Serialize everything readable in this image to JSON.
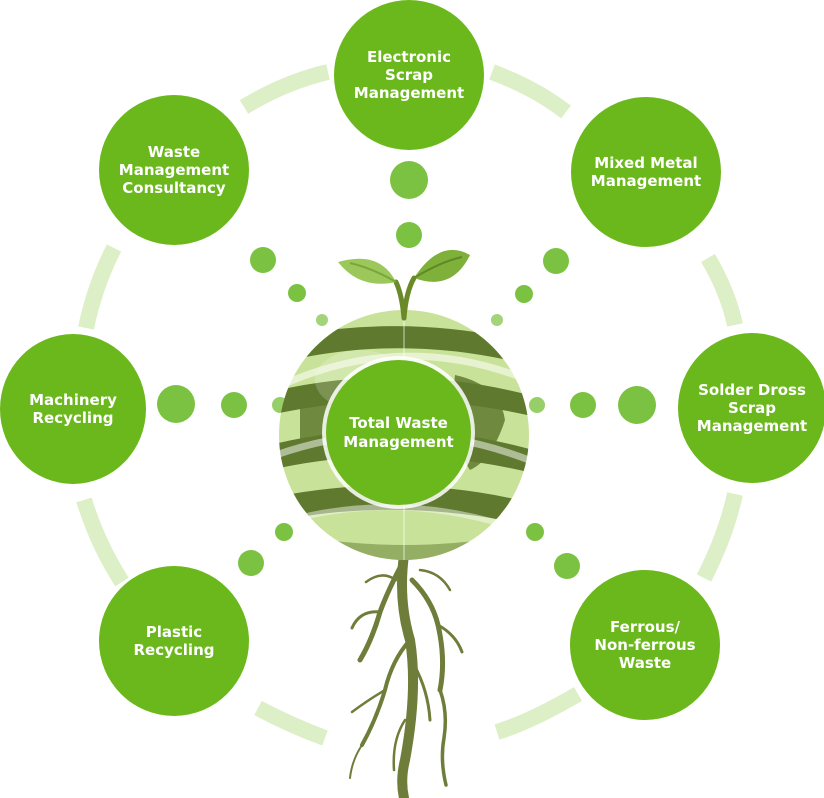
{
  "diagram": {
    "center": {
      "id": "total",
      "label": "Total Waste\nManagement"
    },
    "nodes": [
      {
        "id": "electronic",
        "label": "Electronic\nScrap\nManagement"
      },
      {
        "id": "mixed-metal",
        "label": "Mixed Metal\nManagement"
      },
      {
        "id": "solder-dross",
        "label": "Solder Dross\nScrap\nManagement"
      },
      {
        "id": "ferrous",
        "label": "Ferrous/\nNon-ferrous\nWaste"
      },
      {
        "id": "plastic",
        "label": "Plastic\nRecycling"
      },
      {
        "id": "machinery",
        "label": "Machinery\nRecycling"
      },
      {
        "id": "consultancy",
        "label": "Waste\nManagement\nConsultancy"
      }
    ],
    "colors": {
      "node": "#6bb81d",
      "dot": "#7cc242",
      "ring": "#dcefc6",
      "globe_dark": "#5f7a2e",
      "globe_light": "#c9e29a",
      "root": "#6f7d3a"
    }
  }
}
